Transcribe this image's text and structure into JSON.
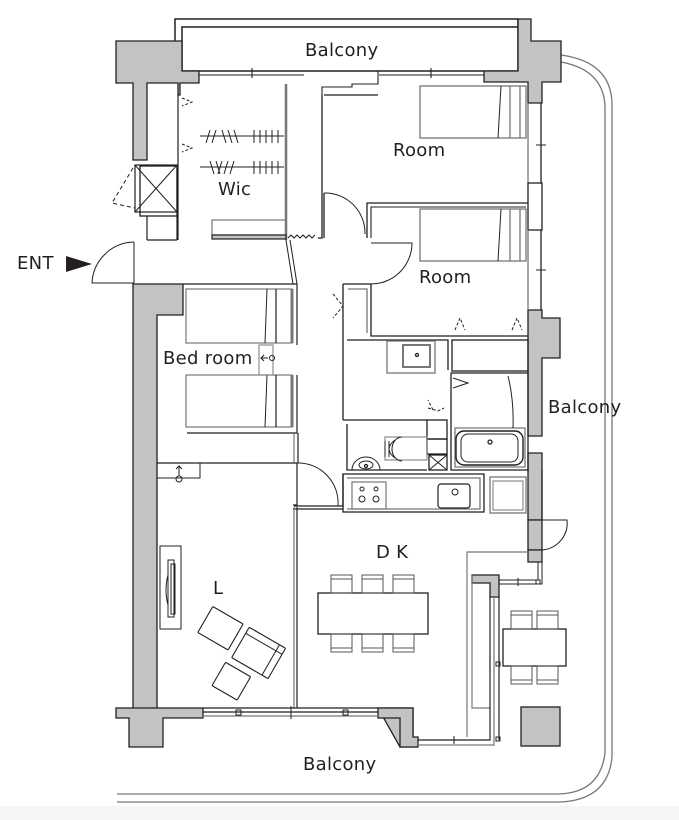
{
  "floor_plan": {
    "colors": {
      "wall_fill": "#c2c4c3",
      "line": "#231f20",
      "fixture": "#8a8a8a",
      "background": "#ffffff"
    },
    "labels": {
      "balcony_top": "Balcony",
      "balcony_right": "Balcony",
      "balcony_bottom": "Balcony",
      "room_upper": "Room",
      "room_lower": "Room",
      "wic": "Wic",
      "entrance": "ENT",
      "bedroom": "Bed room",
      "living": "L",
      "dining_kitchen": "D K"
    },
    "icons": {
      "entrance_arrow": "right-pointing-triangle"
    }
  }
}
